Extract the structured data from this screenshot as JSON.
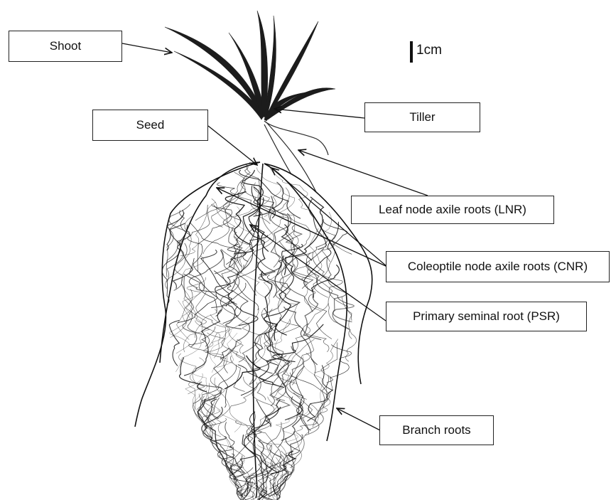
{
  "labels": {
    "shoot": "Shoot",
    "seed": "Seed",
    "tiller": "Tiller",
    "lnr": "Leaf node axile roots (LNR)",
    "cnr": "Coleoptile node axile roots (CNR)",
    "psr": "Primary seminal root (PSR)",
    "branch": "Branch roots"
  },
  "scale_bar": {
    "label": "1cm"
  },
  "colors": {
    "plant": "#1a1a1a",
    "arrow": "#111111",
    "box_border": "#222222"
  }
}
